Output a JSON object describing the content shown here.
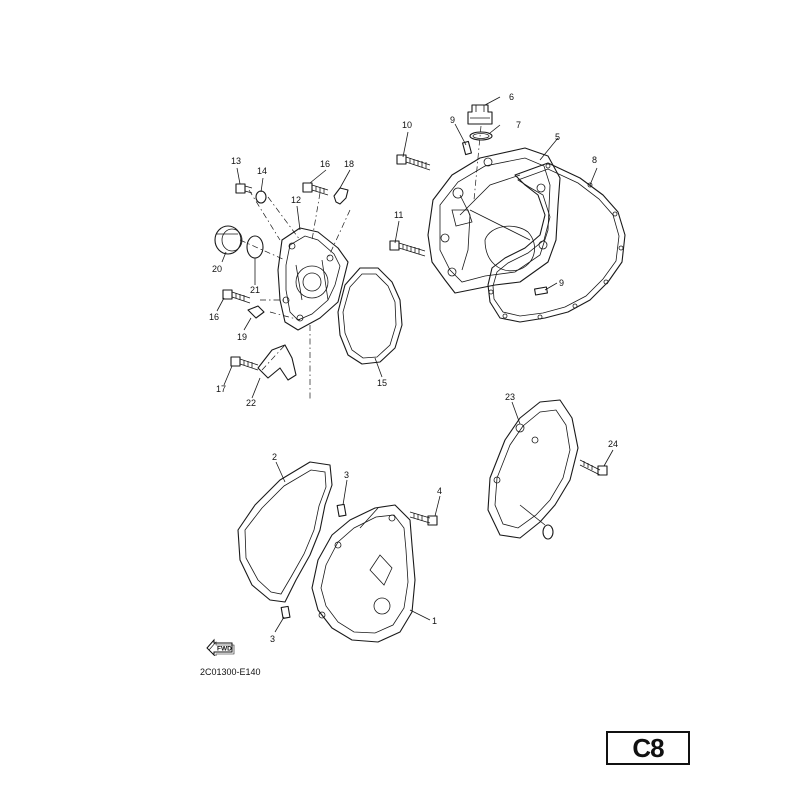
{
  "callouts": {
    "c1": "1",
    "c2": "2",
    "c3a": "3",
    "c3b": "3",
    "c4": "4",
    "c5": "5",
    "c6": "6",
    "c7": "7",
    "c8": "8",
    "c9a": "9",
    "c9b": "9",
    "c10": "10",
    "c11": "11",
    "c12": "12",
    "c13": "13",
    "c14": "14",
    "c15": "15",
    "c16a": "16",
    "c16b": "16",
    "c17": "17",
    "c18": "18",
    "c19": "19",
    "c20": "20",
    "c21": "21",
    "c22": "22",
    "c23": "23",
    "c24": "24"
  },
  "fwd_label": "FWD",
  "ref_code": "2C01300-E140",
  "page_code": "C8"
}
